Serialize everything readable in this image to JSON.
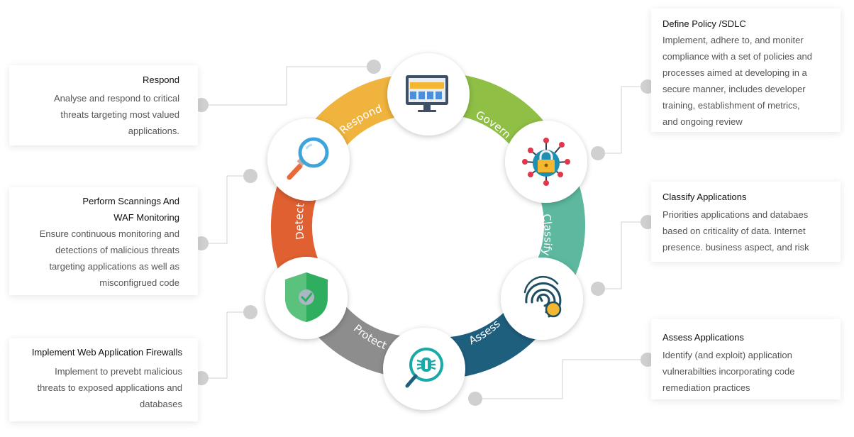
{
  "colors": {
    "respond": "#f0b43e",
    "govern": "#8fbf45",
    "classify": "#5db89f",
    "assess": "#1f5f7e",
    "protect": "#8d8d8d",
    "detect": "#e06032",
    "connector": "#d0d0d0",
    "node_shadow": "#dddddd"
  },
  "segments": [
    {
      "label": "Respond"
    },
    {
      "label": "Govern"
    },
    {
      "label": "Classify"
    },
    {
      "label": "Assess"
    },
    {
      "label": "Protect"
    },
    {
      "label": "Detect"
    }
  ],
  "icons": [
    {
      "name": "dashboard-monitor-icon"
    },
    {
      "name": "network-lock-icon"
    },
    {
      "name": "fingerprint-icon"
    },
    {
      "name": "bug-search-icon"
    },
    {
      "name": "shield-check-icon"
    },
    {
      "name": "magnifier-icon"
    }
  ],
  "cards": {
    "respond": {
      "title": "Respond",
      "lines": [
        "Analyse and respond to critical",
        "threats targeting most valued",
        "applications."
      ]
    },
    "scanning": {
      "title_lines": [
        "Perform Scannings And",
        "WAF Monitoring"
      ],
      "lines": [
        "Ensure continuous monitoring and",
        "detections of malicious threats",
        "targeting applications as well as",
        "misconfigrued code"
      ]
    },
    "firewall": {
      "title": "Implement Web Application Firewalls",
      "lines": [
        "Implement to prevebt malicious",
        "threats to exposed applications and",
        "databases"
      ]
    },
    "policy": {
      "title": "Define Policy /SDLC",
      "lines": [
        "Implement, adhere to, and moniter",
        "compliance with a set of policies and",
        "processes aimed at developing in a",
        "secure manner, includes developer",
        "training, establishment of metrics,",
        "and ongoing review"
      ]
    },
    "classify": {
      "title": "Classify Applications",
      "lines": [
        "Priorities applications and databaes",
        "based on criticality of data. Internet",
        "presence. business aspect, and risk"
      ]
    },
    "assess": {
      "title": "Assess Applications",
      "lines": [
        "Identify (and exploit) application",
        "vulnerabilties incorporating code",
        "remediation practices"
      ]
    }
  }
}
